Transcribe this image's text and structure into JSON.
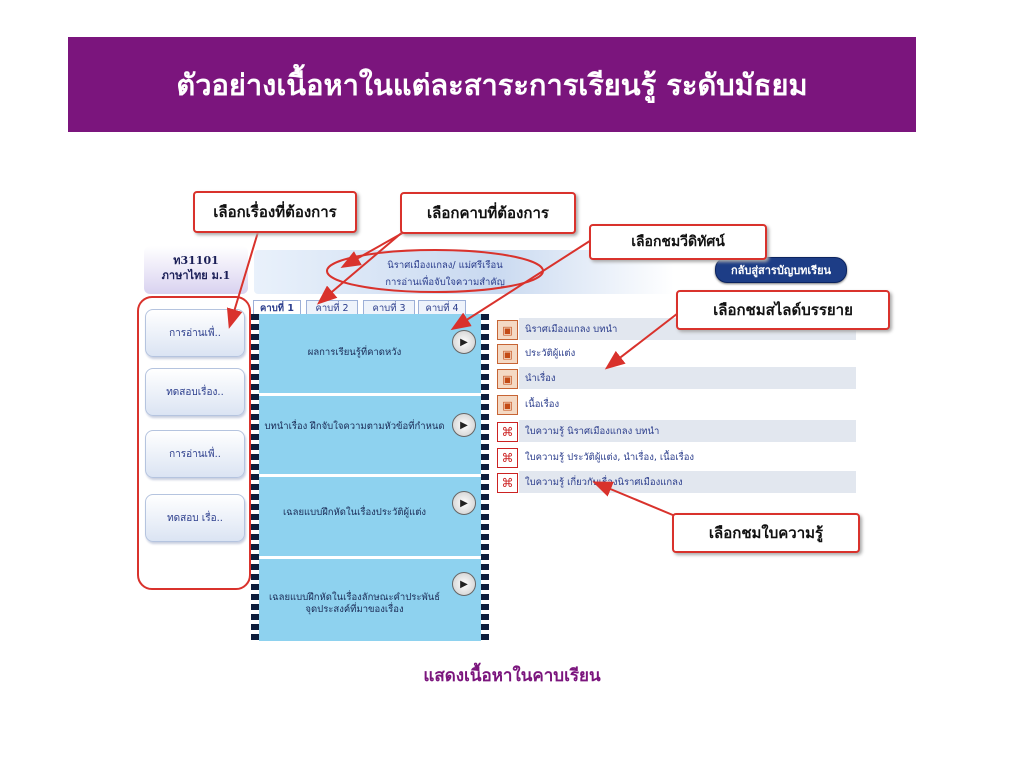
{
  "banner": {
    "title": "ตัวอย่างเนื้อหาในแต่ละสาระการเรียนรู้ ระดับมัธยม"
  },
  "course": {
    "code": "ท31101",
    "name": "ภาษาไทย ม.1"
  },
  "header": {
    "topic_line1": "นิราศเมืองแกลง/ แม่ศรีเรือน",
    "topic_line2": "การอ่านเพื่อจับใจความสำคัญ",
    "back_button": "กลับสู่สารบัญบทเรียน"
  },
  "tabs": [
    {
      "label": "คาบที่ 1",
      "active": true
    },
    {
      "label": "คาบที่ 2",
      "active": false
    },
    {
      "label": "คาบที่ 3",
      "active": false
    },
    {
      "label": "คาบที่ 4",
      "active": false
    }
  ],
  "left_buttons": [
    {
      "label": "การอ่านเพื่.."
    },
    {
      "label": "ทดสอบเรื่อง.."
    },
    {
      "label": "การอ่านเพื่.."
    },
    {
      "label": "ทดสอบ เรื่อ.."
    }
  ],
  "videos": [
    {
      "label": "ผลการเรียนรู้ที่คาดหวัง"
    },
    {
      "label": "บทนำเรื่อง ฝึกจับใจความตามหัวข้อที่กำหนด"
    },
    {
      "label": "เฉลยแบบฝึกหัดในเรื่องประวัติผู้แต่ง"
    },
    {
      "label": "เฉลยแบบฝึกหัดในเรื่องลักษณะคำประพันธ์ จุดประสงค์ที่มาของเรื่อง"
    }
  ],
  "slides": [
    {
      "label": "นิราศเมืองแกลง บทนำ",
      "type": "slide"
    },
    {
      "label": "ประวัติผู้แต่ง",
      "type": "slide"
    },
    {
      "label": "นำเรื่อง",
      "type": "slide"
    },
    {
      "label": "เนื้อเรื่อง",
      "type": "slide"
    },
    {
      "label": "ใบความรู้ นิราศเมืองแกลง บทนำ",
      "type": "pdf"
    },
    {
      "label": "ใบความรู้ ประวัติผู้แต่ง, นำเรื่อง, เนื้อเรื่อง",
      "type": "pdf"
    },
    {
      "label": "ใบความรู้ เกี่ยวกับเรื่องนิราศเมืองแกลง",
      "type": "pdf"
    }
  ],
  "callouts": {
    "choose_topic": "เลือกเรื่องที่ต้องการ",
    "choose_period": "เลือกคาบที่ต้องการ",
    "choose_video": "เลือกชมวีดิทัศน์",
    "choose_slides": "เลือกชมสไลด์บรรยาย",
    "choose_sheet": "เลือกชมใบความรู้"
  },
  "caption": "แสดงเนื้อหาในคาบเรียน",
  "colors": {
    "banner": "#7b157d",
    "callout_border": "#d9322c",
    "film": "#8ed2ef",
    "back_button": "#1d3d86"
  }
}
